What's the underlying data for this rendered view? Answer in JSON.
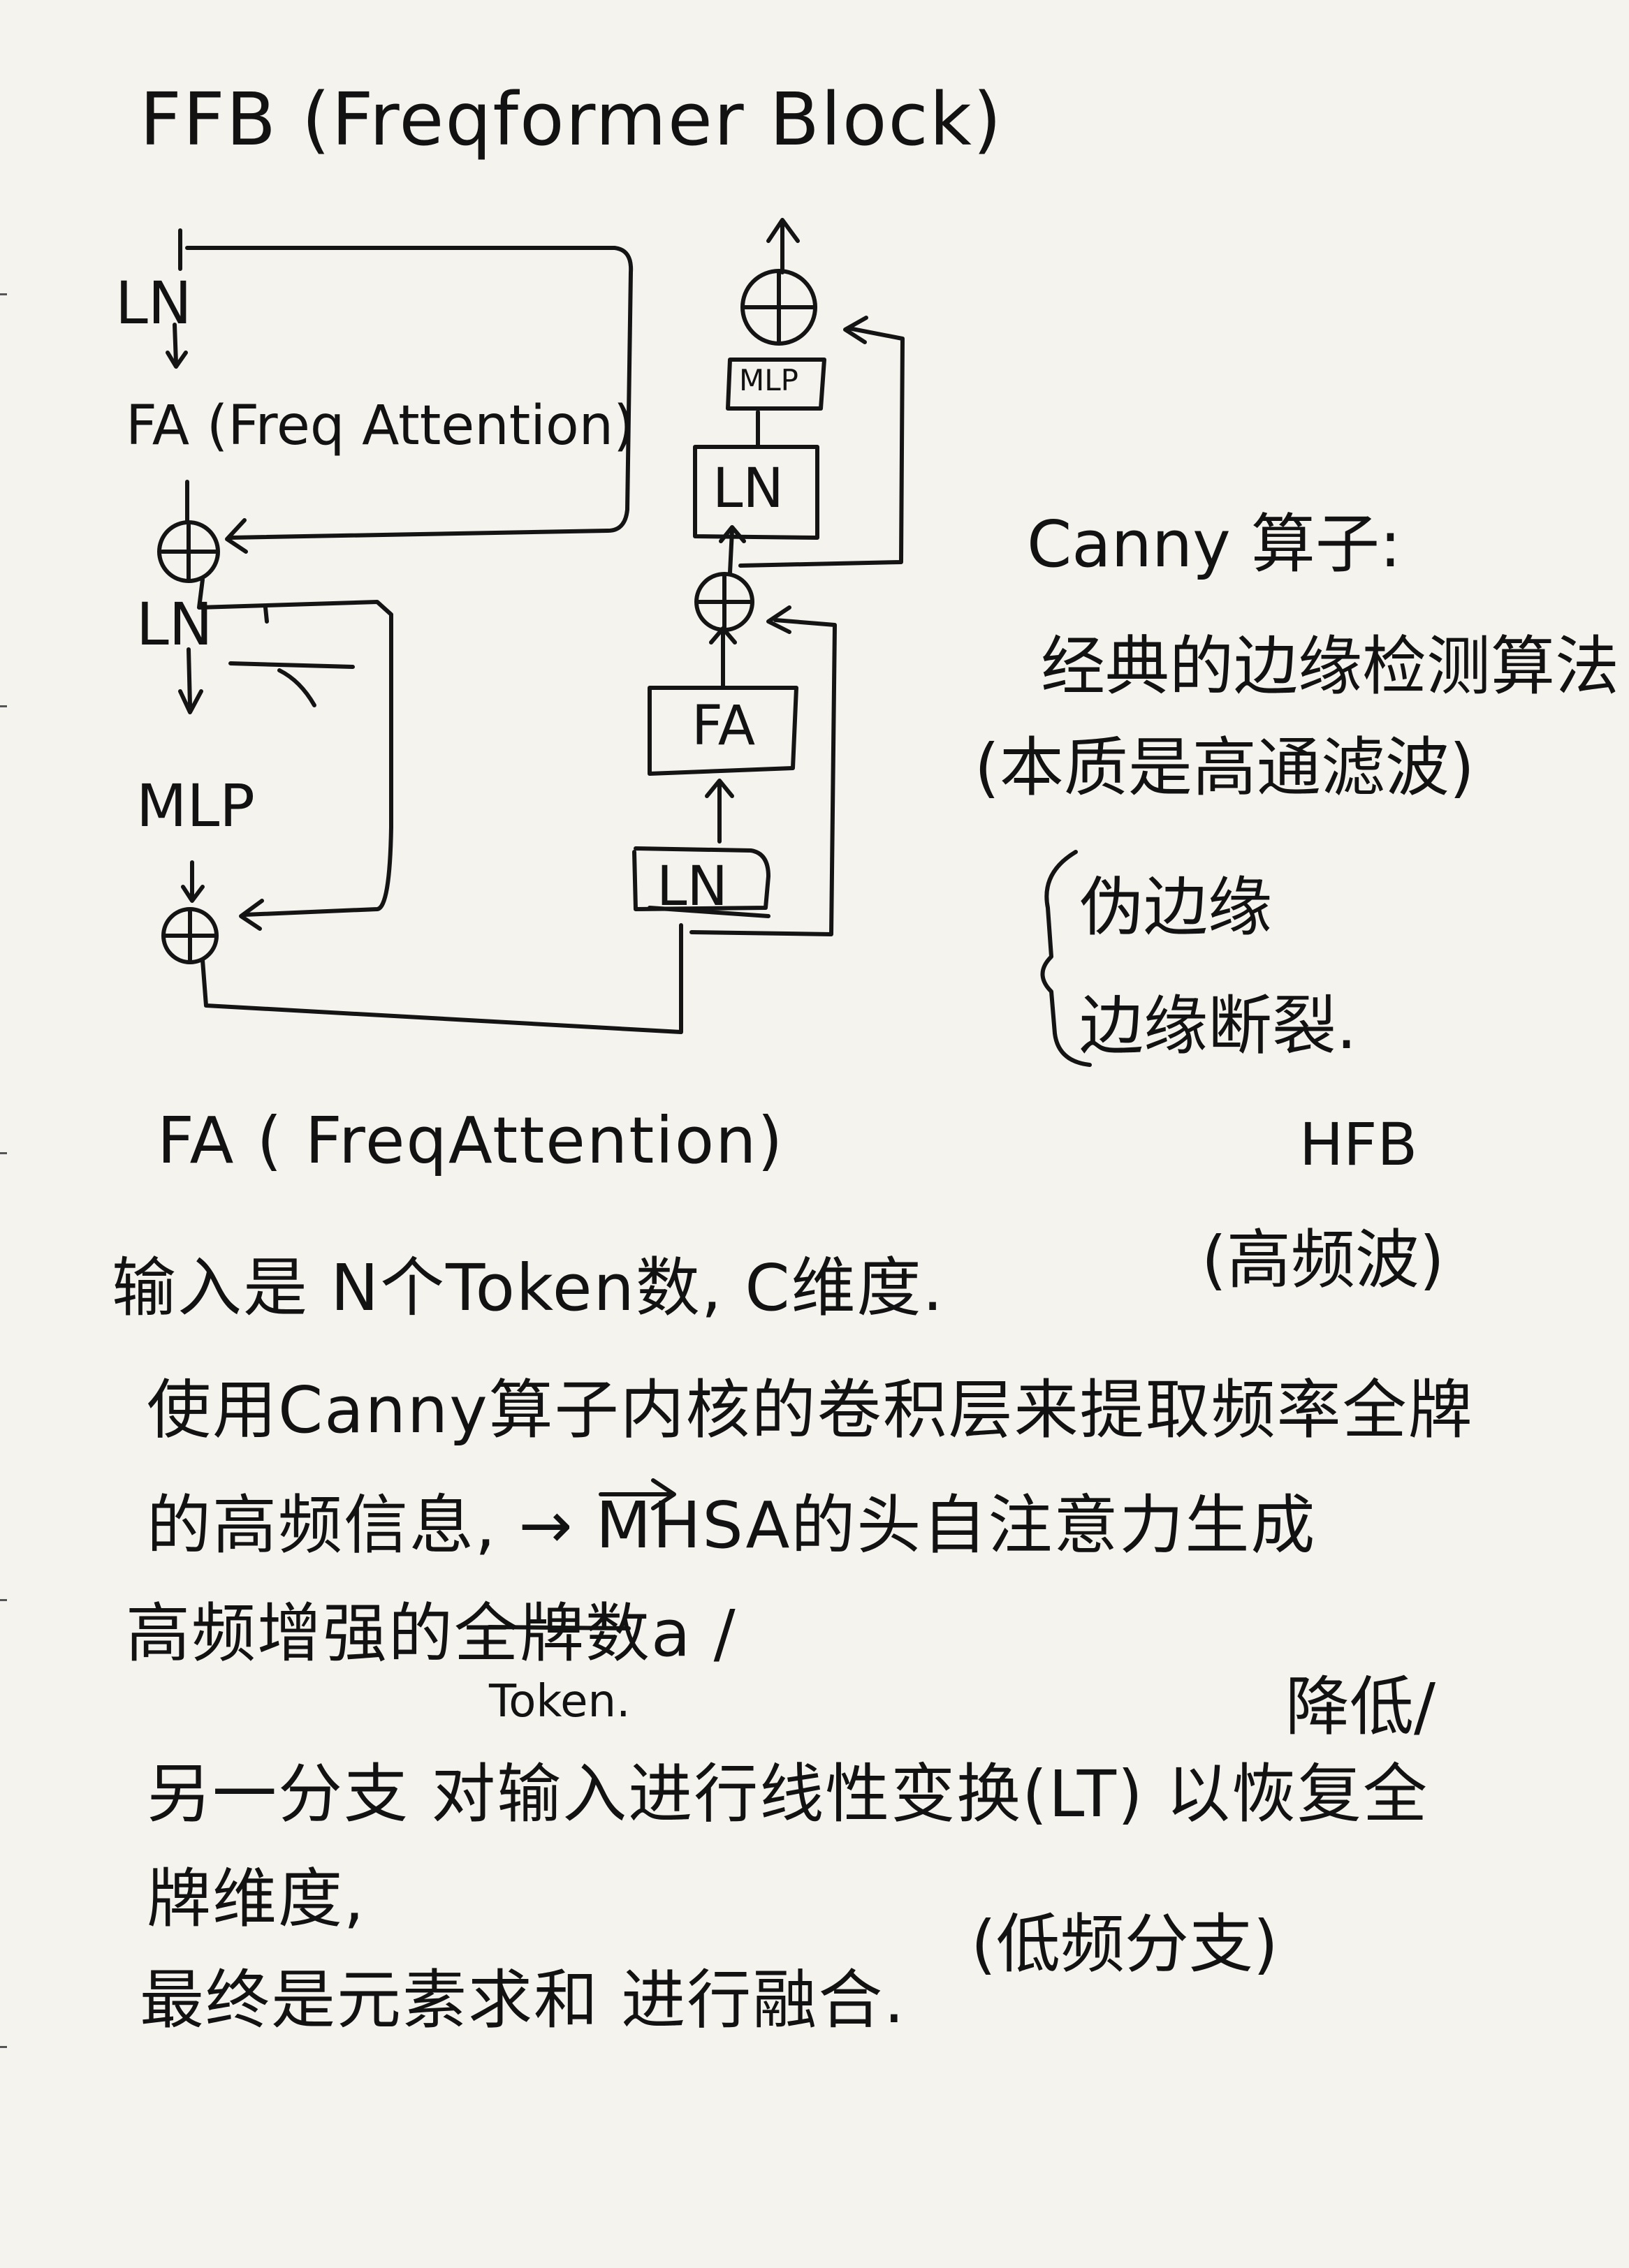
{
  "page_title": "FFB (Freqformer Block)",
  "left_diagram": {
    "ln_top": "LN",
    "fa": "FA (Freq Attention)",
    "ln_mid": "LN",
    "mlp": "MLP"
  },
  "right_diagram": {
    "mlp": "MLP",
    "ln_top": "LN",
    "fa": "FA",
    "ln_bottom": "LN"
  },
  "canny_notes": {
    "title": "Canny 算子:",
    "line1": "经典的边缘检测算法",
    "line2": "(本质是高通滤波)",
    "issue1": "伪边缘",
    "issue2": "边缘断裂."
  },
  "fa_section": {
    "heading": "FA ( FreqAttention)",
    "hfb_label": "HFB",
    "hfb_note": "(高频波)",
    "line1": "输入是 N个Token数, C维度.",
    "line2": "使用Canny算子内核的卷积层来提取频率全牌",
    "line3": "的高频信息, → MHSA的头自注意力生成",
    "line4": "高频增强的全牌数a /",
    "token_note": "Token.",
    "side_note": "降低/",
    "line5": "另一分支 对输入进行线性变换(LT) 以恢复全",
    "line6": "牌维度,",
    "low_branch": "(低频分支)",
    "line7": "最终是元素求和 进行融合."
  }
}
